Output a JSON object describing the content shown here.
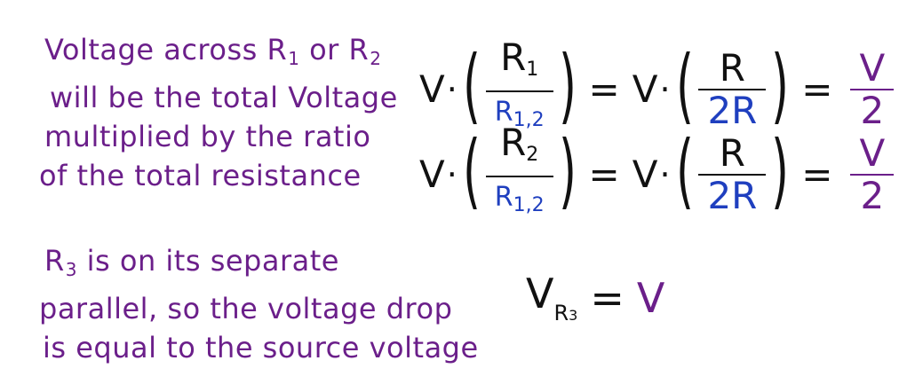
{
  "note1": {
    "lines": [
      {
        "pre": "Voltage across  R",
        "sub1": "1",
        "mid": " or R",
        "sub2": "2"
      },
      "will be the total Voltage",
      "multiplied by the ratio",
      "of the  total resistance"
    ]
  },
  "note2": {
    "line1_pre": "R",
    "line1_sub": "3",
    "line1_post": " is on its separate",
    "line2": "parallel, so the voltage drop",
    "line3": "is equal to the  source voltage"
  },
  "eq1": {
    "v": "V",
    "dot": "·",
    "num_r": "R",
    "num_sub": "1",
    "den_r": "R",
    "den_sub": "1,2",
    "eq": "=",
    "num2": "R",
    "den2": "2R",
    "eq2": "=",
    "res_num": "V",
    "res_den": "2"
  },
  "eq2": {
    "v": "V",
    "dot": "·",
    "num_r": "R",
    "num_sub": "2",
    "den_r": "R",
    "den_sub": "1,2",
    "eq": "=",
    "num2": "R",
    "den2": "2R",
    "eq2": "=",
    "res_num": "V",
    "res_den": "2"
  },
  "eq3": {
    "v": "V",
    "sub_r": "R",
    "sub_n": "3",
    "eq": "=",
    "rhs": "V"
  },
  "colors": {
    "purple": "#6b1f8a",
    "blue": "#1f3fbf",
    "black": "#111111"
  }
}
